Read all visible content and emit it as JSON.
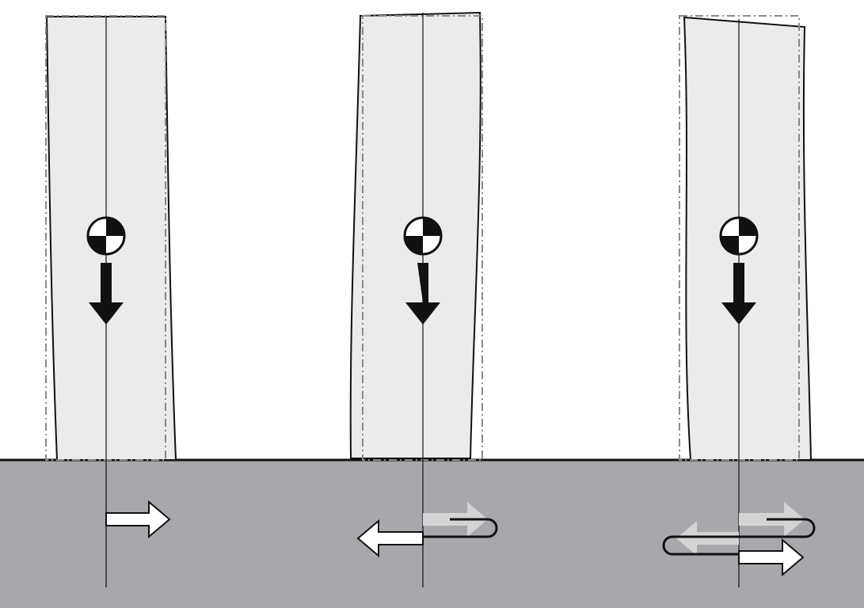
{
  "colors": {
    "background": "#ffffff",
    "ground": "#a7a8ab",
    "ground_line": "#111111",
    "column_fill": "#ebebeb",
    "column_outline": "#111111",
    "original_outline": "#8a8a8a",
    "centerline": "#111111",
    "weight_arrow": "#111111",
    "displacement_arrow_fill": "#ffffff",
    "faded_arrow_fill": "#d4d4d4"
  },
  "panels": [
    {
      "id": "single-displacement",
      "icons": [
        "center-of-mass-icon",
        "gravity-arrow-icon",
        "right-arrow-icon"
      ],
      "ground_motion": [
        "right"
      ]
    },
    {
      "id": "reversed-displacement",
      "icons": [
        "center-of-mass-icon",
        "gravity-arrow-icon",
        "faded-right-arrow-icon",
        "left-arrow-icon"
      ],
      "ground_motion": [
        "right",
        "left"
      ]
    },
    {
      "id": "cyclic-displacement",
      "icons": [
        "center-of-mass-icon",
        "gravity-arrow-icon",
        "faded-right-arrow-icon",
        "faded-left-arrow-icon",
        "right-arrow-icon"
      ],
      "ground_motion": [
        "right",
        "left",
        "right"
      ]
    }
  ]
}
